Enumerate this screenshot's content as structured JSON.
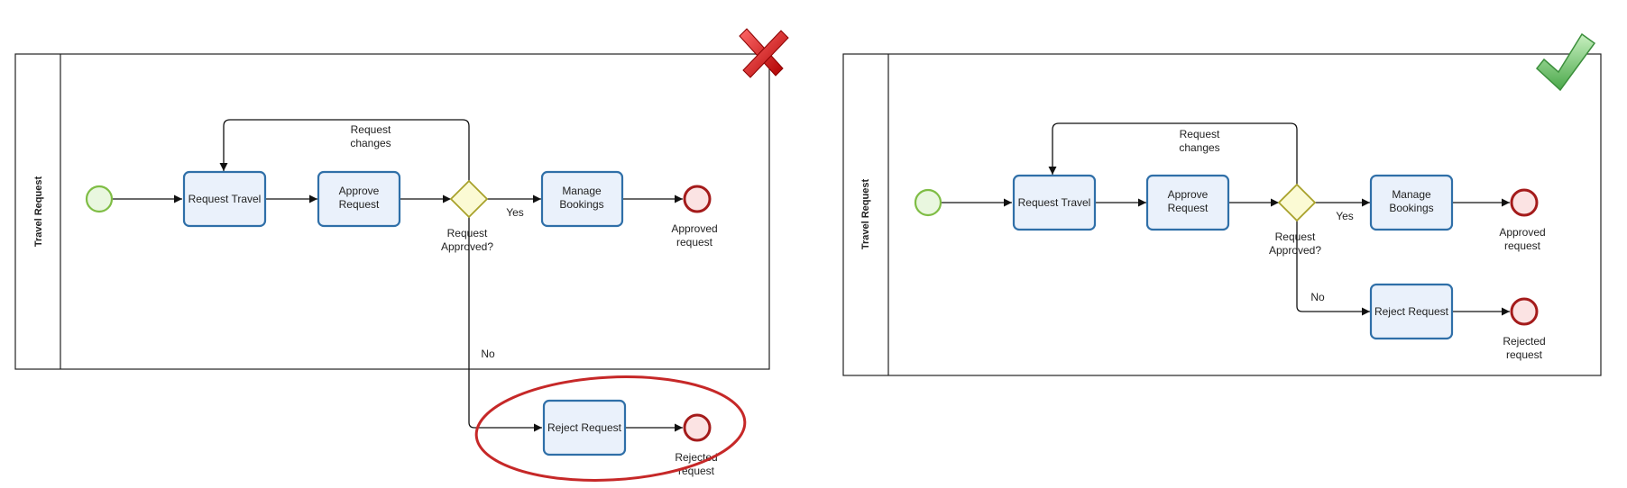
{
  "diagrams": [
    {
      "pool_label": "Travel Request",
      "verdict_icon": "red-cross-icon",
      "verdict_color": "#d42020",
      "tasks": {
        "request_travel": "Request Travel",
        "approve_request": "Approve\nRequest",
        "manage_bookings": "Manage\nBookings",
        "reject_request": "Reject Request"
      },
      "labels": {
        "request_changes": "Request\nchanges",
        "request_approved": "Request\nApproved?",
        "yes": "Yes",
        "no": "No",
        "approved_request": "Approved\nrequest",
        "rejected_request": "Rejected\nrequest"
      }
    },
    {
      "pool_label": "Travel Request",
      "verdict_icon": "green-check-icon",
      "verdict_color": "#5cb85c",
      "tasks": {
        "request_travel": "Request Travel",
        "approve_request": "Approve\nRequest",
        "manage_bookings": "Manage\nBookings",
        "reject_request": "Reject Request"
      },
      "labels": {
        "request_changes": "Request\nchanges",
        "request_approved": "Request\nApproved?",
        "yes": "Yes",
        "no": "No",
        "approved_request": "Approved\nrequest",
        "rejected_request": "Rejected\nrequest"
      }
    }
  ],
  "colors": {
    "task_fill": "#eaf1fb",
    "task_stroke": "#2f6fa8",
    "start_stroke": "#7fbd45",
    "end_stroke": "#a41b1b",
    "gateway_stroke": "#a8a12a",
    "highlight": "#c62828"
  }
}
